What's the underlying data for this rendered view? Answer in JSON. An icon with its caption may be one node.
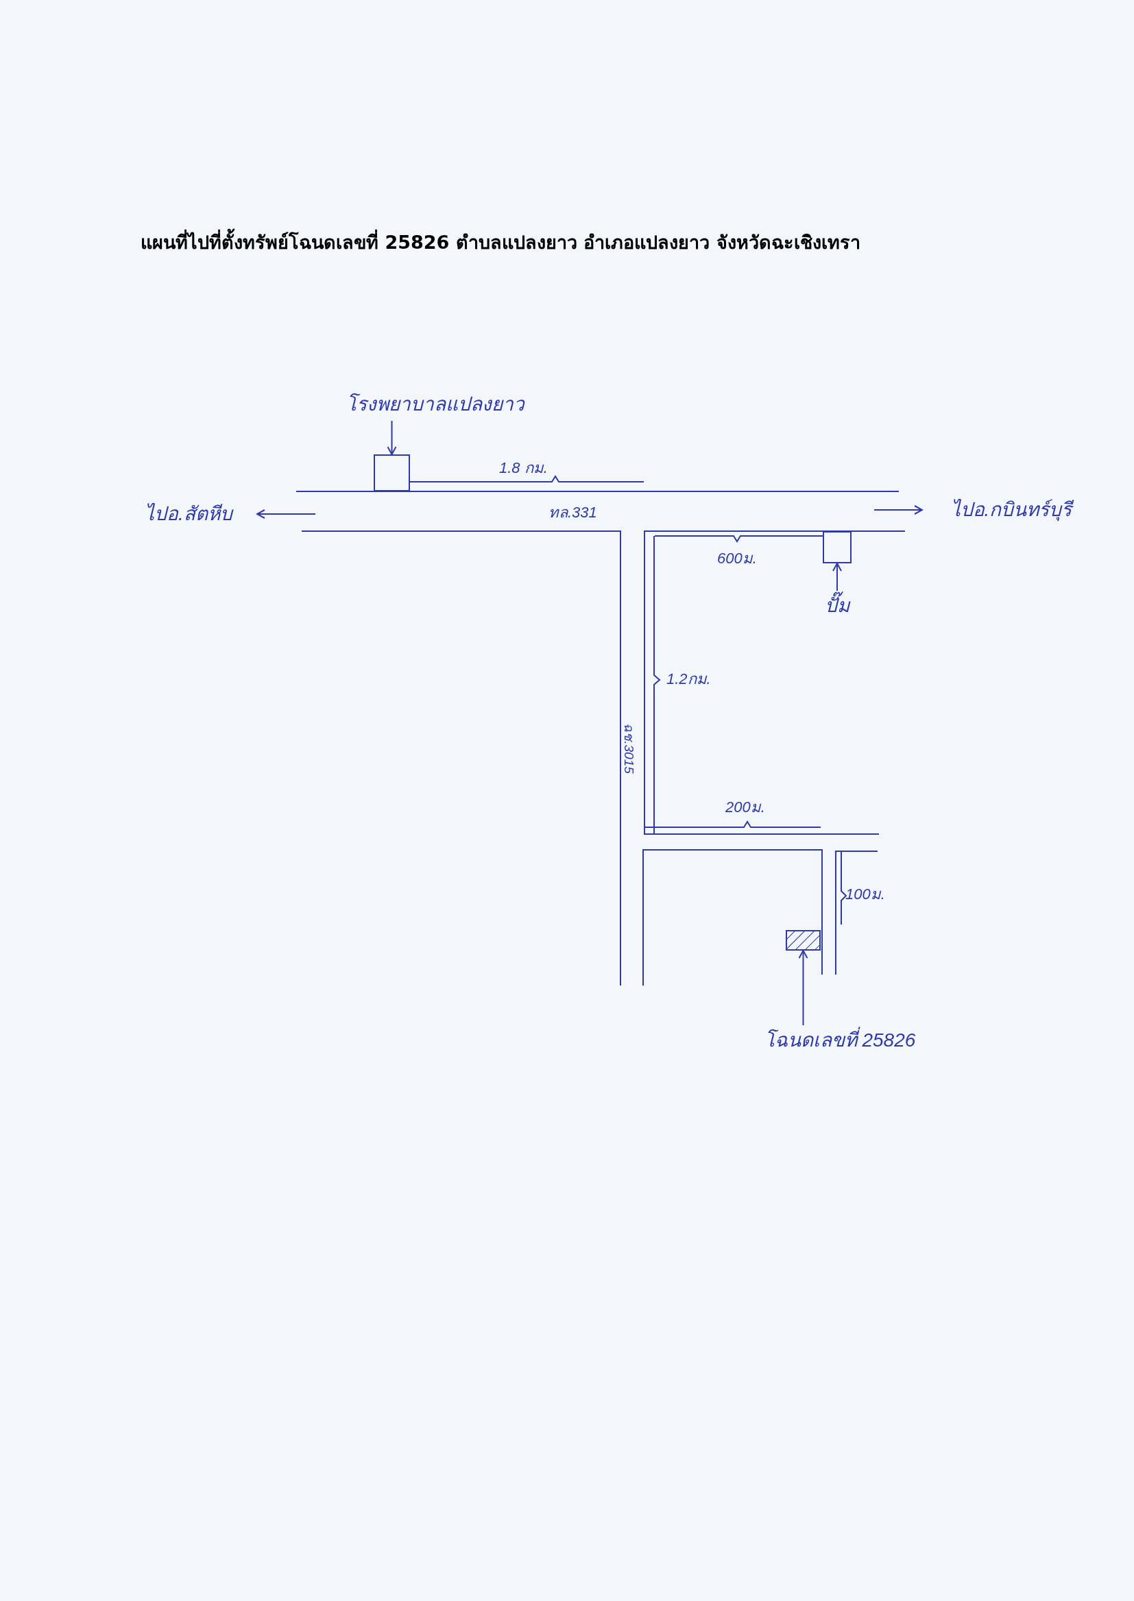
{
  "diagram": {
    "title": "แผนที่ไปที่ตั้งทรัพย์โฉนดเลขที่ **25826** ตำบลแปลงยาว อำเภอแปลงยาว จังหวัดฉะเชิงเทรา",
    "nodes": [
      {
        "text": [
          "โรงพยาบาลแปลงยาว"
        ]
      },
      {
        "text": [],
        "shape": "box"
      },
      {
        "text": [
          "ไปอ.สัตหีบ"
        ]
      },
      {
        "text": [
          "ไปอ.กบินทร์บุรี"
        ]
      },
      {
        "text": [],
        "shape": "box"
      },
      {
        "text": [
          "ปั๊ม"
        ]
      },
      {
        "text": [],
        "shape": "box"
      },
      {
        "text": [
          "โฉนดเลขที่ 25826"
        ]
      }
    ],
    "edges": [
      {
        "from": 0,
        "to": 1,
        "arrow": "to"
      },
      {
        "from": null,
        "to": 2,
        "arrow": "to"
      },
      {
        "from": null,
        "to": 3,
        "arrow": "to"
      },
      {
        "from": 5,
        "to": 4,
        "arrow": "to"
      },
      {
        "from": 7,
        "to": 6,
        "arrow": "to"
      }
    ],
    "labels": [
      "1.8 กม.",
      "ทล.331",
      "600ม.",
      "1.2กม.",
      "ฉช.3015",
      "200ม.",
      "100ม."
    ]
  }
}
